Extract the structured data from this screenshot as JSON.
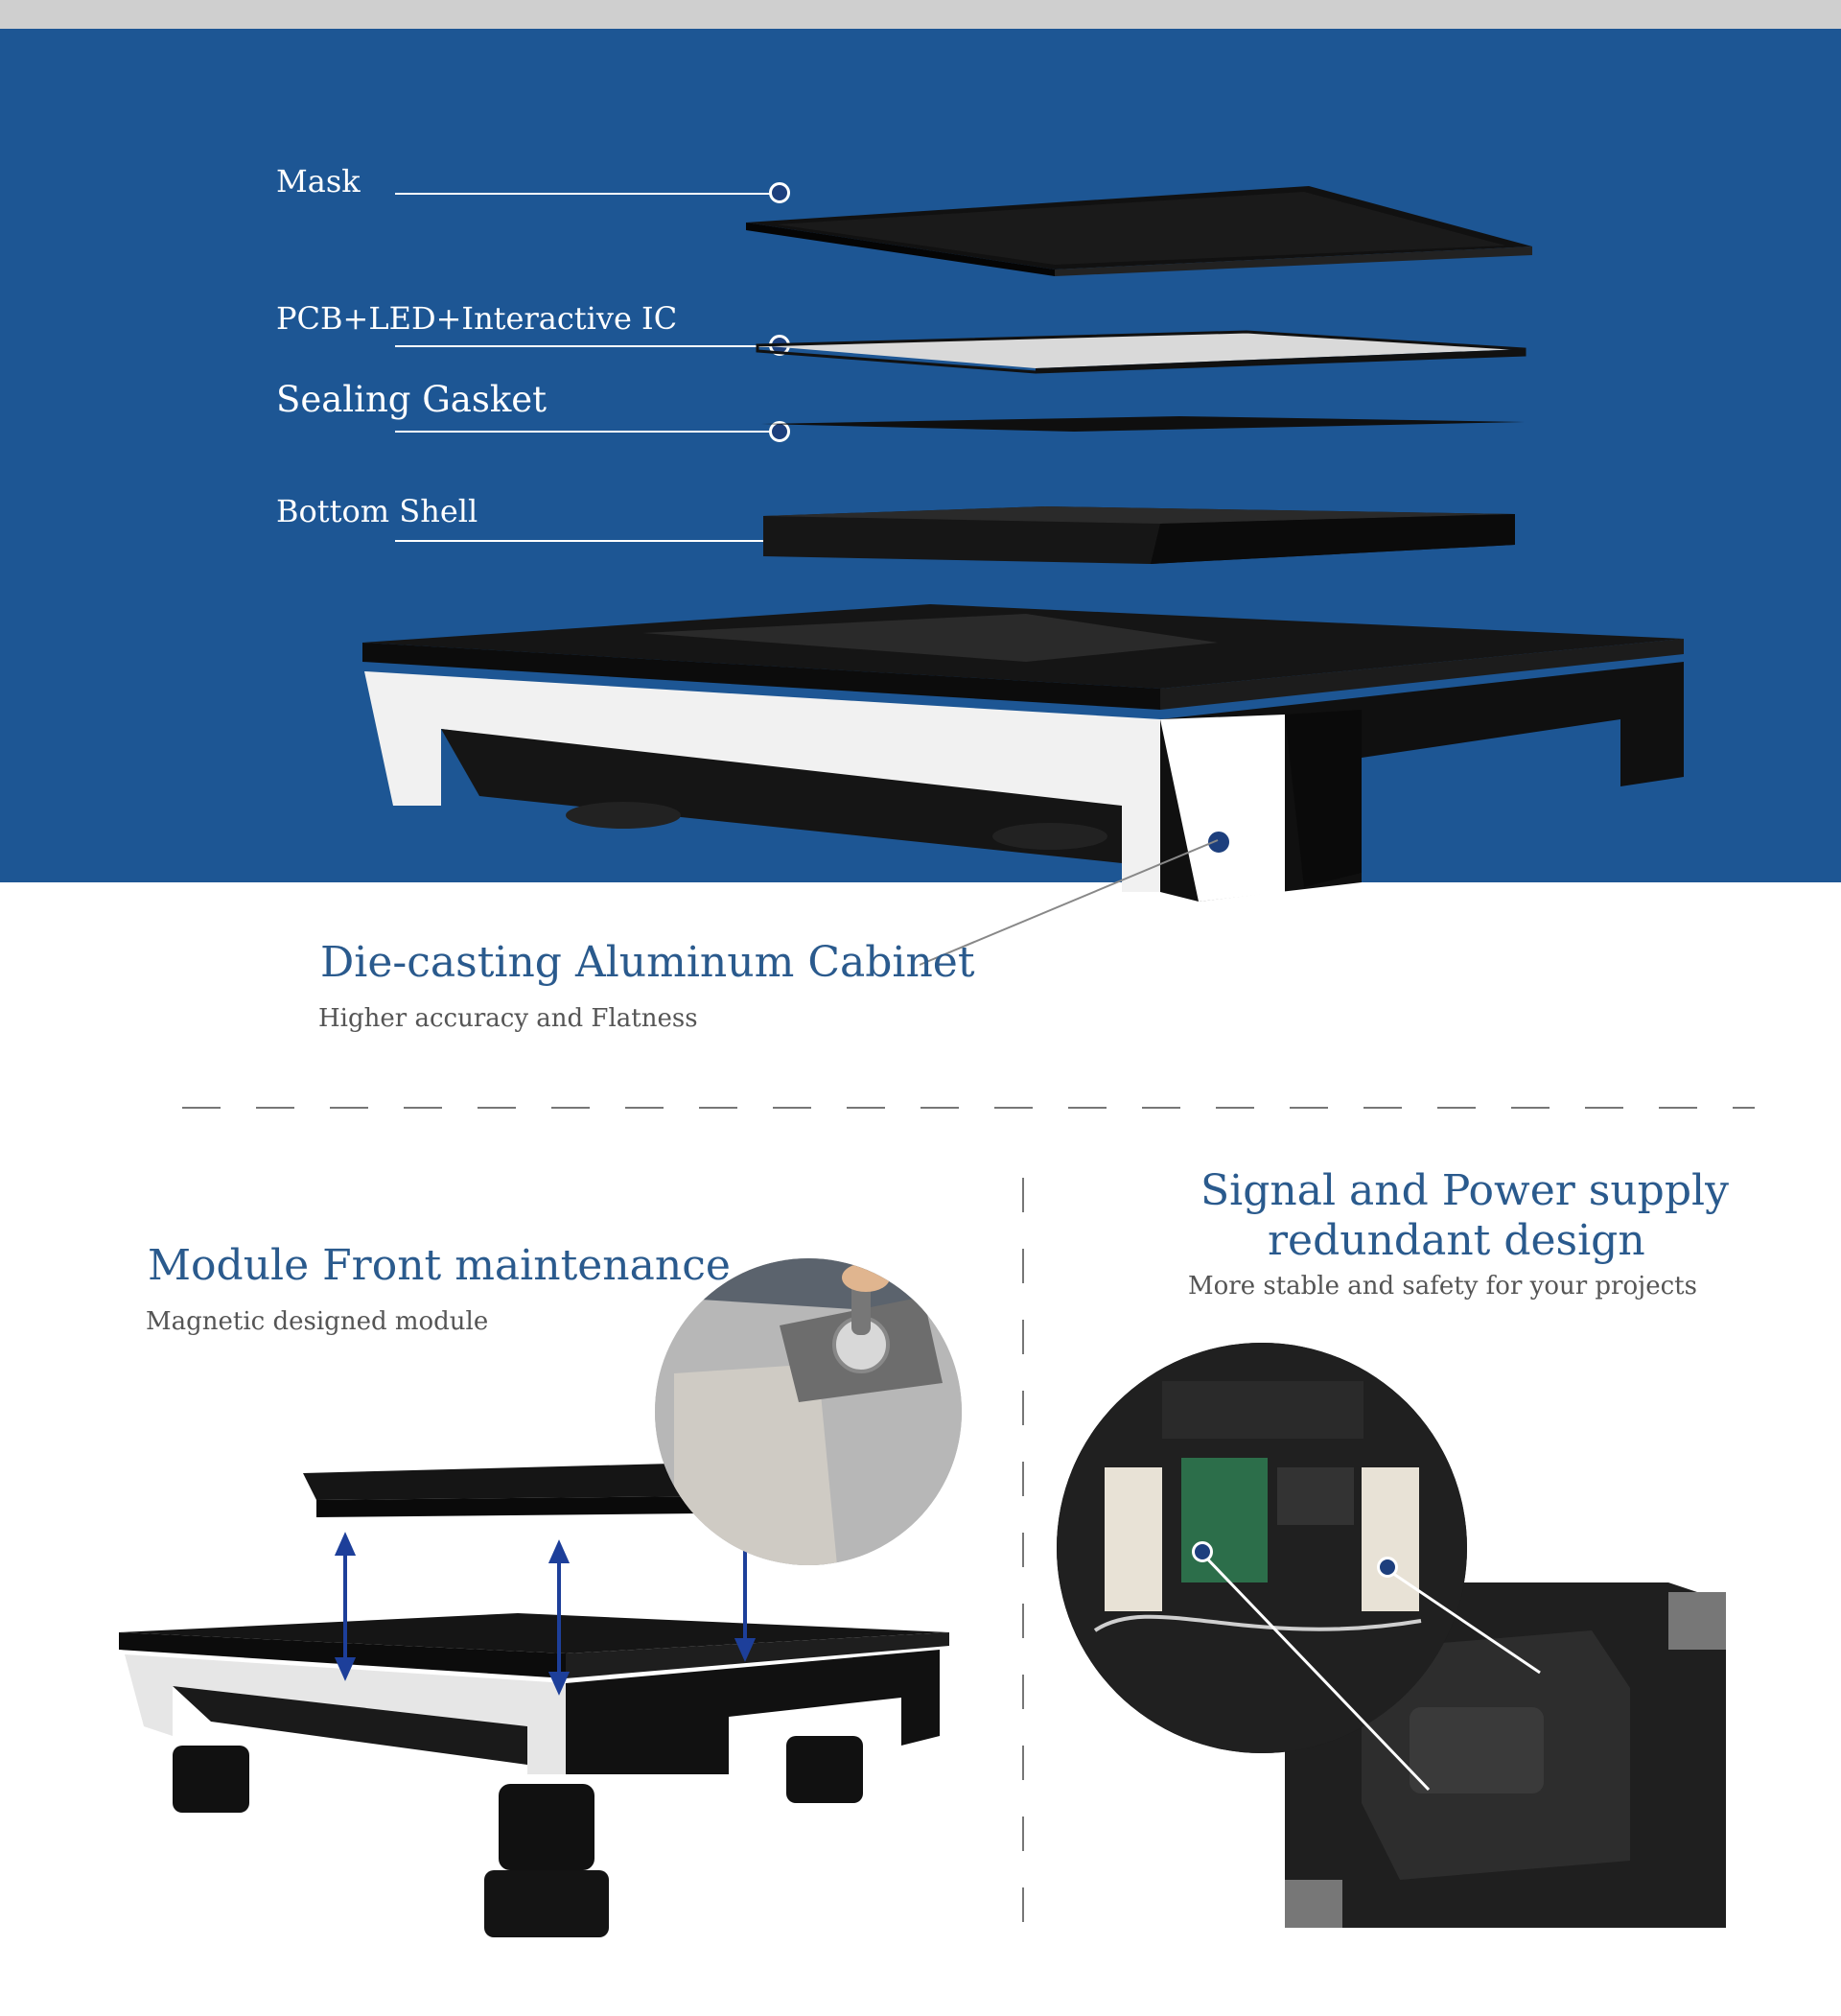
{
  "layers": {
    "mask": "Mask",
    "pcb": "PCB+LED+Interactive IC",
    "gasket": "Sealing Gasket",
    "shell": "Bottom Shell"
  },
  "cabinet": {
    "title": "Die-casting Aluminum Cabinet",
    "subtitle": "Higher accuracy and Flatness"
  },
  "front_maintenance": {
    "title": "Module Front maintenance",
    "subtitle": "Magnetic designed module"
  },
  "redundant": {
    "title_line1": "Signal and Power supply",
    "title_line2": "redundant design",
    "subtitle": "More stable and safety for your projects"
  },
  "colors": {
    "hero_blue": "#1d5694",
    "heading_blue": "#2a5a8d",
    "top_bar": "#cfcfcf"
  }
}
